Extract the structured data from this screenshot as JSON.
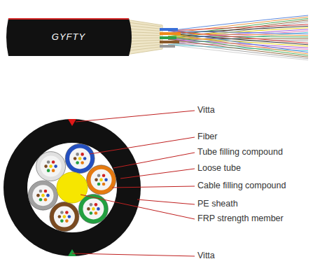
{
  "diagram": {
    "labels": [
      "GYFTY",
      "Vitta",
      "Fiber",
      "Tube filling compound",
      "Loose tube",
      "Cable filling compound",
      "PE sheath",
      "FRP strength member",
      "Vitta"
    ]
  }
}
